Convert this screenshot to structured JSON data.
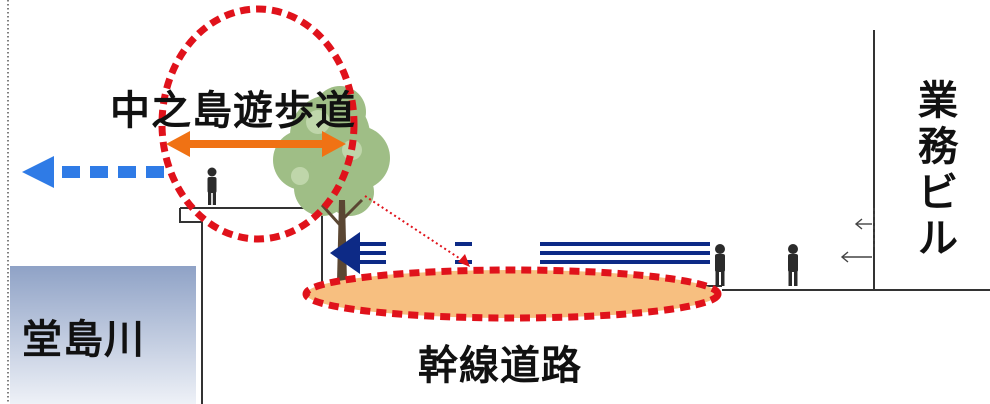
{
  "labels": {
    "promenade": "中之島遊歩道",
    "road": "幹線道路",
    "river": "堂島川",
    "office": "業務ビル"
  },
  "colors": {
    "river_top": "#8fa2c6",
    "river_bottom": "#eef1f7",
    "road_fill": "#f7bf80",
    "highlight_dash": "#e0121b",
    "width_arrow": "#f07214",
    "flow_arrow": "#2f7be6",
    "traffic_arrow": "#0d2a86",
    "tree_foliage": "#9fbe86",
    "line": "#333333"
  },
  "icons": [
    "tree-icon",
    "person-icon",
    "wind-arrows-icon"
  ]
}
